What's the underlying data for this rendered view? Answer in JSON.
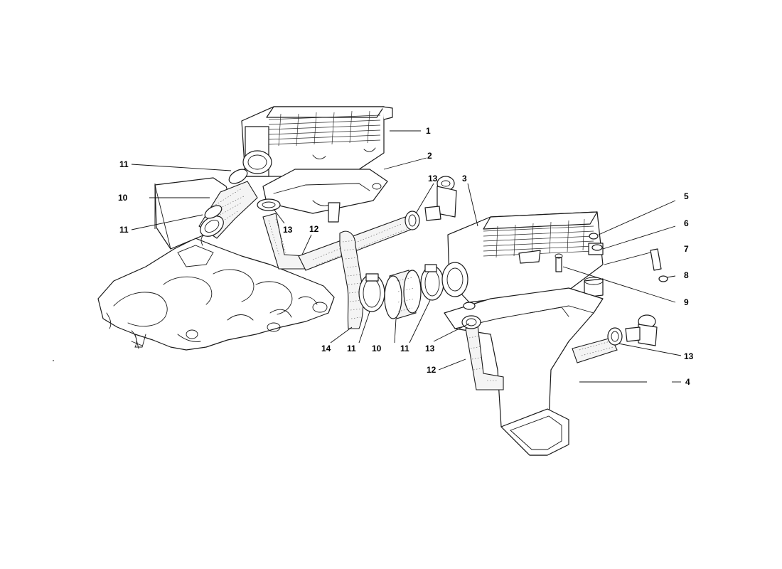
{
  "diagram": {
    "callouts": [
      {
        "id": "c1",
        "label": "1"
      },
      {
        "id": "c2",
        "label": "2"
      },
      {
        "id": "c3",
        "label": "3"
      },
      {
        "id": "c4",
        "label": "4"
      },
      {
        "id": "c5",
        "label": "5"
      },
      {
        "id": "c6",
        "label": "6"
      },
      {
        "id": "c7",
        "label": "7"
      },
      {
        "id": "c8",
        "label": "8"
      },
      {
        "id": "c9",
        "label": "9"
      },
      {
        "id": "c10a",
        "label": "10"
      },
      {
        "id": "c10b",
        "label": "10"
      },
      {
        "id": "c11a",
        "label": "11"
      },
      {
        "id": "c11b",
        "label": "11"
      },
      {
        "id": "c11c",
        "label": "11"
      },
      {
        "id": "c11d",
        "label": "11"
      },
      {
        "id": "c12a",
        "label": "12"
      },
      {
        "id": "c12b",
        "label": "12"
      },
      {
        "id": "c13a",
        "label": "13"
      },
      {
        "id": "c13b",
        "label": "13"
      },
      {
        "id": "c13c",
        "label": "13"
      },
      {
        "id": "c13d",
        "label": "13"
      },
      {
        "id": "c14",
        "label": "14"
      }
    ]
  }
}
